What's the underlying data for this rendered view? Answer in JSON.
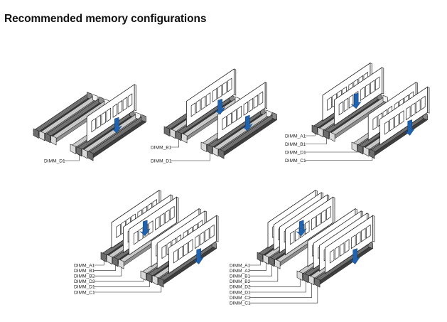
{
  "title": "Recommended memory configurations",
  "colors": {
    "arrow": "#1f63b0",
    "slot_dark": "#6d6d6d",
    "slot_light": "#d9d9d9",
    "module": "#ffffff",
    "outline": "#222222"
  },
  "configurations": [
    {
      "id": "one-dimm",
      "modules": 1,
      "labels": [
        "DIMM_D1"
      ]
    },
    {
      "id": "two-dimms",
      "modules": 2,
      "labels": [
        "DIMM_B1",
        "DIMM_D1"
      ]
    },
    {
      "id": "four-dimms",
      "modules": 4,
      "labels": [
        "DIMM_A1",
        "DIMM_B1",
        "DIMM_D1",
        "DIMM_C1"
      ]
    },
    {
      "id": "six-dimms",
      "modules": 6,
      "labels": [
        "DIMM_A1",
        "DIMM_B1",
        "DIMM_B2",
        "DIMM_D2",
        "DIMM_D1",
        "DIMM_C1"
      ]
    },
    {
      "id": "eight-dimms",
      "modules": 8,
      "labels": [
        "DIMM_A1",
        "DIMM_A2",
        "DIMM_B1",
        "DIMM_B2",
        "DIMM_D2",
        "DIMM_D1",
        "DIMM_C2",
        "DIMM_C1"
      ]
    }
  ]
}
